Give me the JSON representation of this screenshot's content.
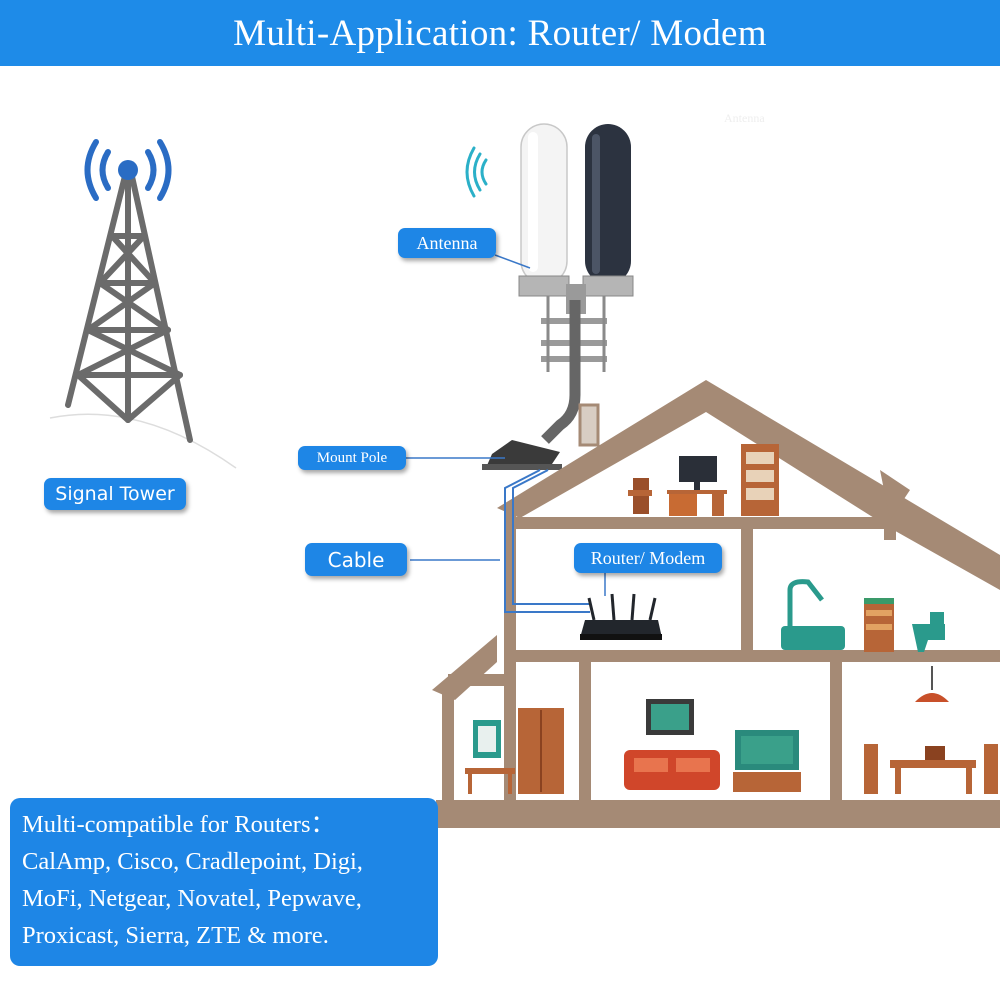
{
  "header": {
    "title": "Multi-Application: Router/ Modem"
  },
  "labels": {
    "signal_tower": "Signal Tower",
    "antenna": "Antenna",
    "mount_pole": "Mount Pole",
    "cable": "Cable",
    "router_modem": "Router/ Modem"
  },
  "watermark": "Antenna",
  "compat": {
    "lines": [
      "Multi-compatible for Routers：",
      "CalAmp, Cisco, Cradlepoint, Digi,",
      "MoFi, Netgear, Novatel, Pepwave,",
      "Proxicast, Sierra, ZTE & more."
    ]
  },
  "colors": {
    "header_blue": "#1e8be8",
    "label_blue": "#1e86e6",
    "house_brown": "#a58a75",
    "tower_gray": "#6b6b6b",
    "signal_blue": "#2a6cc4"
  },
  "icons": [
    "signal-tower-icon",
    "signal-waves-icon",
    "antenna-icon",
    "router-icon",
    "house-icon"
  ]
}
